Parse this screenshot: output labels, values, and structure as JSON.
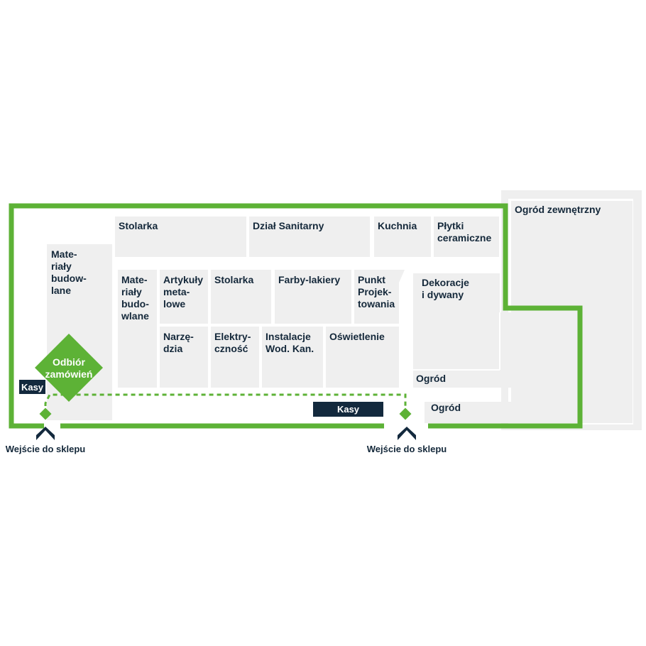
{
  "zones": {
    "stolarka_top": "Stolarka",
    "dzial_sanitarny": "Dział Sanitarny",
    "kuchnia": "Kuchnia",
    "plytki": "Płytki\nceramiczne",
    "ogrod_zewnetrzny": "Ogród zewnętrzny",
    "materialy_left": "Mate-\nriały\nbudow-\nlane",
    "materialy_inner": "Mate-\nriały\nbudo-\nwlane",
    "artykuly": "Artykuły\nmeta-\nlowe",
    "stolarka_inner": "Stolarka",
    "farby": "Farby-lakiery",
    "punkt": "Punkt\nProjek-\ntowania",
    "dekoracje": "Dekoracje\ni dywany",
    "narzedzia": "Narzę-\ndzia",
    "elektrycznosc": "Elektry-\nczność",
    "instalacje": "Instalacje\nWod. Kan.",
    "oswietlenie": "Oświetlenie",
    "ogrod_inner": "Ogród",
    "ogrod_bottom": "Ogród",
    "odbior": "Odbiór\nzamówień"
  },
  "checkouts": {
    "kasy_left": "Kasy",
    "kasy_center": "Kasy"
  },
  "entrances": {
    "left": "Wejście do sklepu",
    "right": "Wejście do sklepu"
  },
  "colors": {
    "wall": "#5db236",
    "zone": "#efefef",
    "text": "#14283a",
    "checkout": "#13293d",
    "pickup": "#5db236",
    "entry_icon": "#13293d"
  },
  "icons": {
    "entry": "chevron-up-arrow-icon",
    "path_marker": "diamond-marker-icon"
  }
}
